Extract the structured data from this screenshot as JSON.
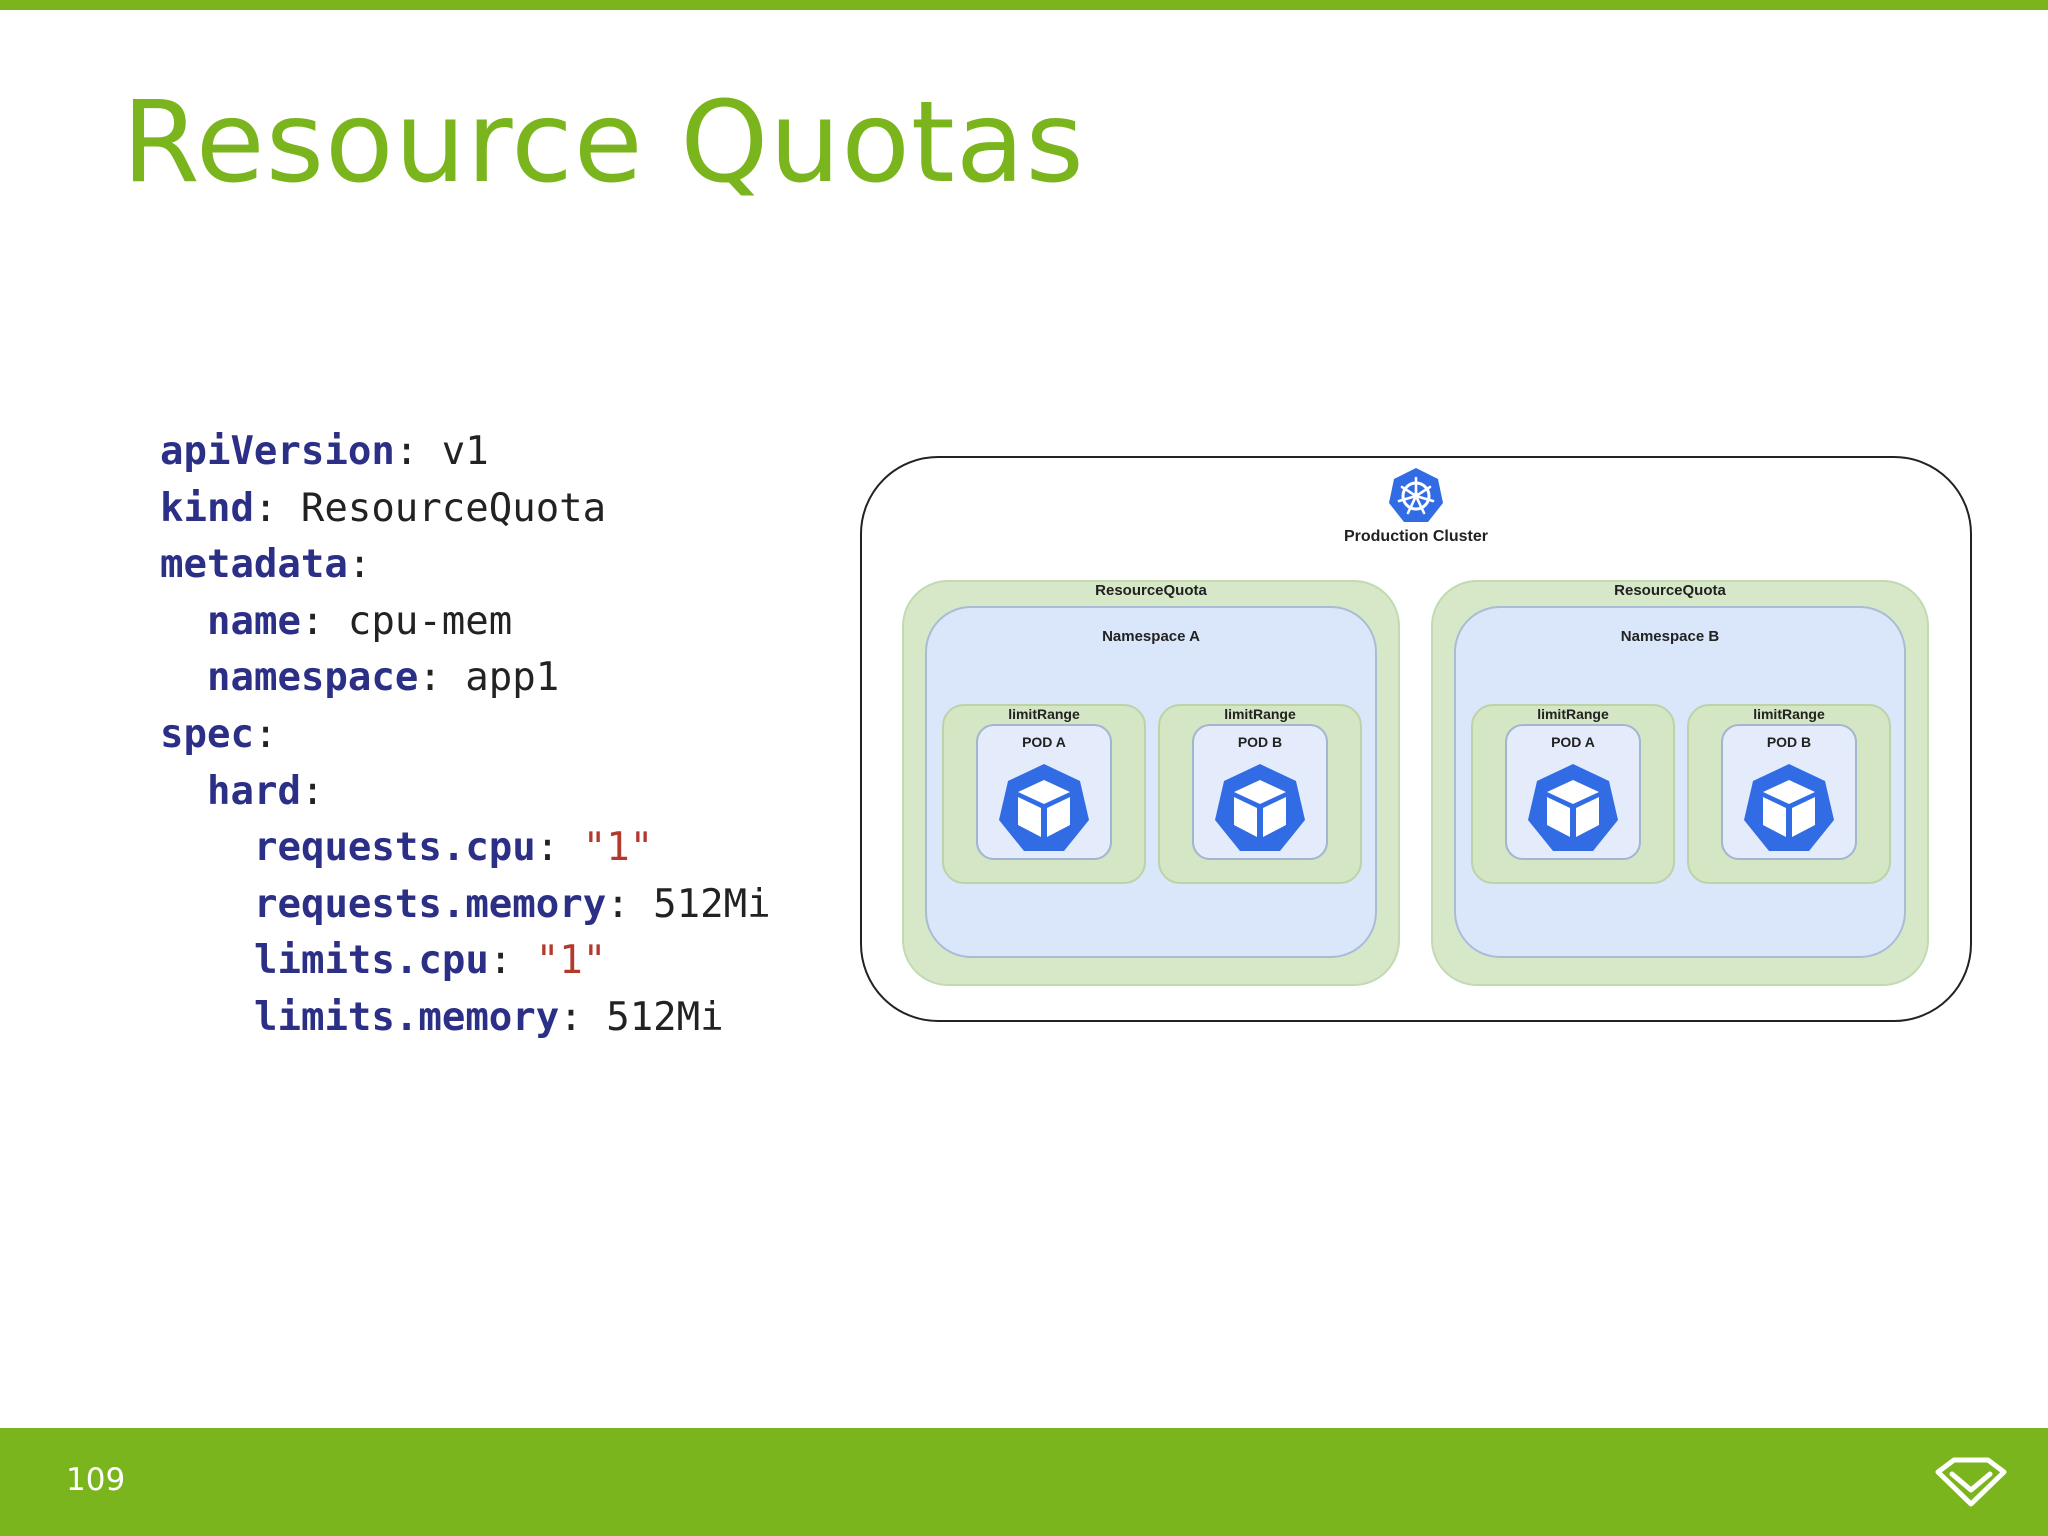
{
  "slide": {
    "title": "Resource Quotas",
    "page_number": "109",
    "accent_color": "#7ab51d"
  },
  "code": {
    "lines": [
      {
        "key": "apiVersion",
        "sep": ": ",
        "value": "v1"
      },
      {
        "key": "kind",
        "sep": ": ",
        "value": "ResourceQuota"
      },
      {
        "key": "metadata",
        "sep": ":",
        "value": ""
      },
      {
        "key": "name",
        "sep": ": ",
        "value": "cpu-mem"
      },
      {
        "key": "namespace",
        "sep": ": ",
        "value": "app1"
      },
      {
        "key": "spec",
        "sep": ":",
        "value": ""
      },
      {
        "key": "hard",
        "sep": ":",
        "value": ""
      },
      {
        "key": "requests.cpu",
        "sep": ": ",
        "value": "\"1\""
      },
      {
        "key": "requests.memory",
        "sep": ": ",
        "value": "512Mi"
      },
      {
        "key": "limits.cpu",
        "sep": ": ",
        "value": "\"1\""
      },
      {
        "key": "limits.memory",
        "sep": ": ",
        "value": "512Mi"
      }
    ]
  },
  "diagram": {
    "cluster_label": "Production Cluster",
    "resource_quota_left": "ResourceQuota",
    "resource_quota_right": "ResourceQuota",
    "namespace_a": "Namespace A",
    "namespace_b": "Namespace B",
    "limit_range_1": "limitRange",
    "limit_range_2": "limitRange",
    "limit_range_3": "limitRange",
    "limit_range_4": "limitRange",
    "pod_a_left": "POD A",
    "pod_b_left": "POD B",
    "pod_a_right": "POD A",
    "pod_b_right": "POD B",
    "icon_kubernetes": "kubernetes-helm-icon",
    "icon_pod": "pod-cube-icon",
    "icon_color": "#326ce5"
  }
}
